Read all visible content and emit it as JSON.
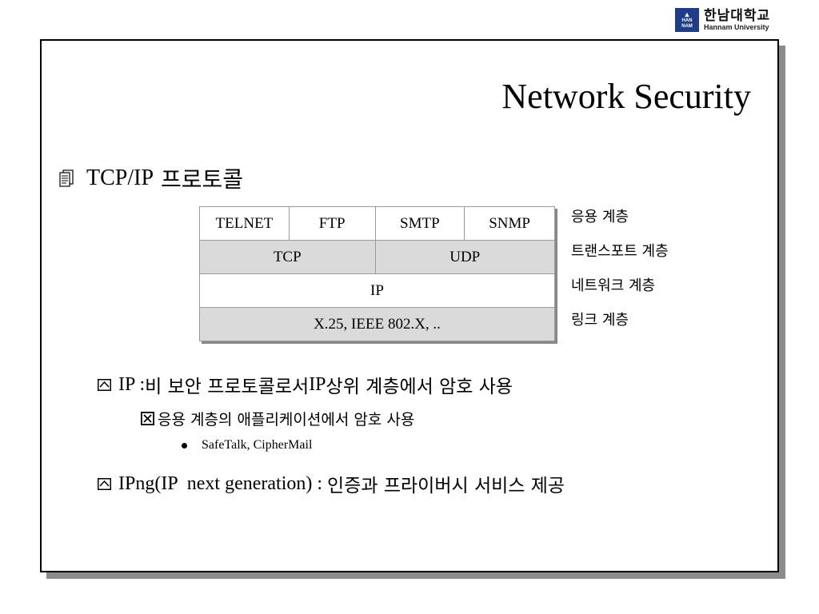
{
  "logo": {
    "korean": "한남대학교",
    "english": "Hannam University",
    "mark_text_1": "HAN",
    "mark_text_2": "NAM"
  },
  "title": "Network Security",
  "heading": {
    "icon": "document-icon",
    "text_en": "TCP/IP",
    "text_ko": "프로토콜"
  },
  "protocol_table": {
    "rows": [
      [
        "TELNET",
        "FTP",
        "SMTP",
        "SNMP"
      ],
      [
        "TCP",
        "UDP"
      ],
      [
        "IP"
      ],
      [
        "X.25, IEEE 802.X, .."
      ]
    ],
    "layer_labels": [
      "응용 계층",
      "트랜스포트 계층",
      "네트워크 계층",
      "링크 계층"
    ]
  },
  "bullets": {
    "ip": {
      "icon": "checkbox-icon",
      "en": "IP : ",
      "ko": "비 보안 프로토콜로서 ",
      "en2": "IP ",
      "ko2": "상위 계층에서 암호 사용"
    },
    "app_layer": {
      "icon": "x-box-icon",
      "text": "응용 계층의 애플리케이션에서 암호 사용"
    },
    "examples": {
      "icon": "bullet-dot-icon",
      "text": "SafeTalk, CipherMail"
    },
    "ipng": {
      "icon": "checkbox-icon",
      "en": "IPng(IP  next generation) : ",
      "ko": "인증과 프라이버시 서비스 제공"
    }
  },
  "colors": {
    "logo_blue": "#1f3d86",
    "table_gray": "#dadada",
    "shadow": "#8c8c8c"
  }
}
